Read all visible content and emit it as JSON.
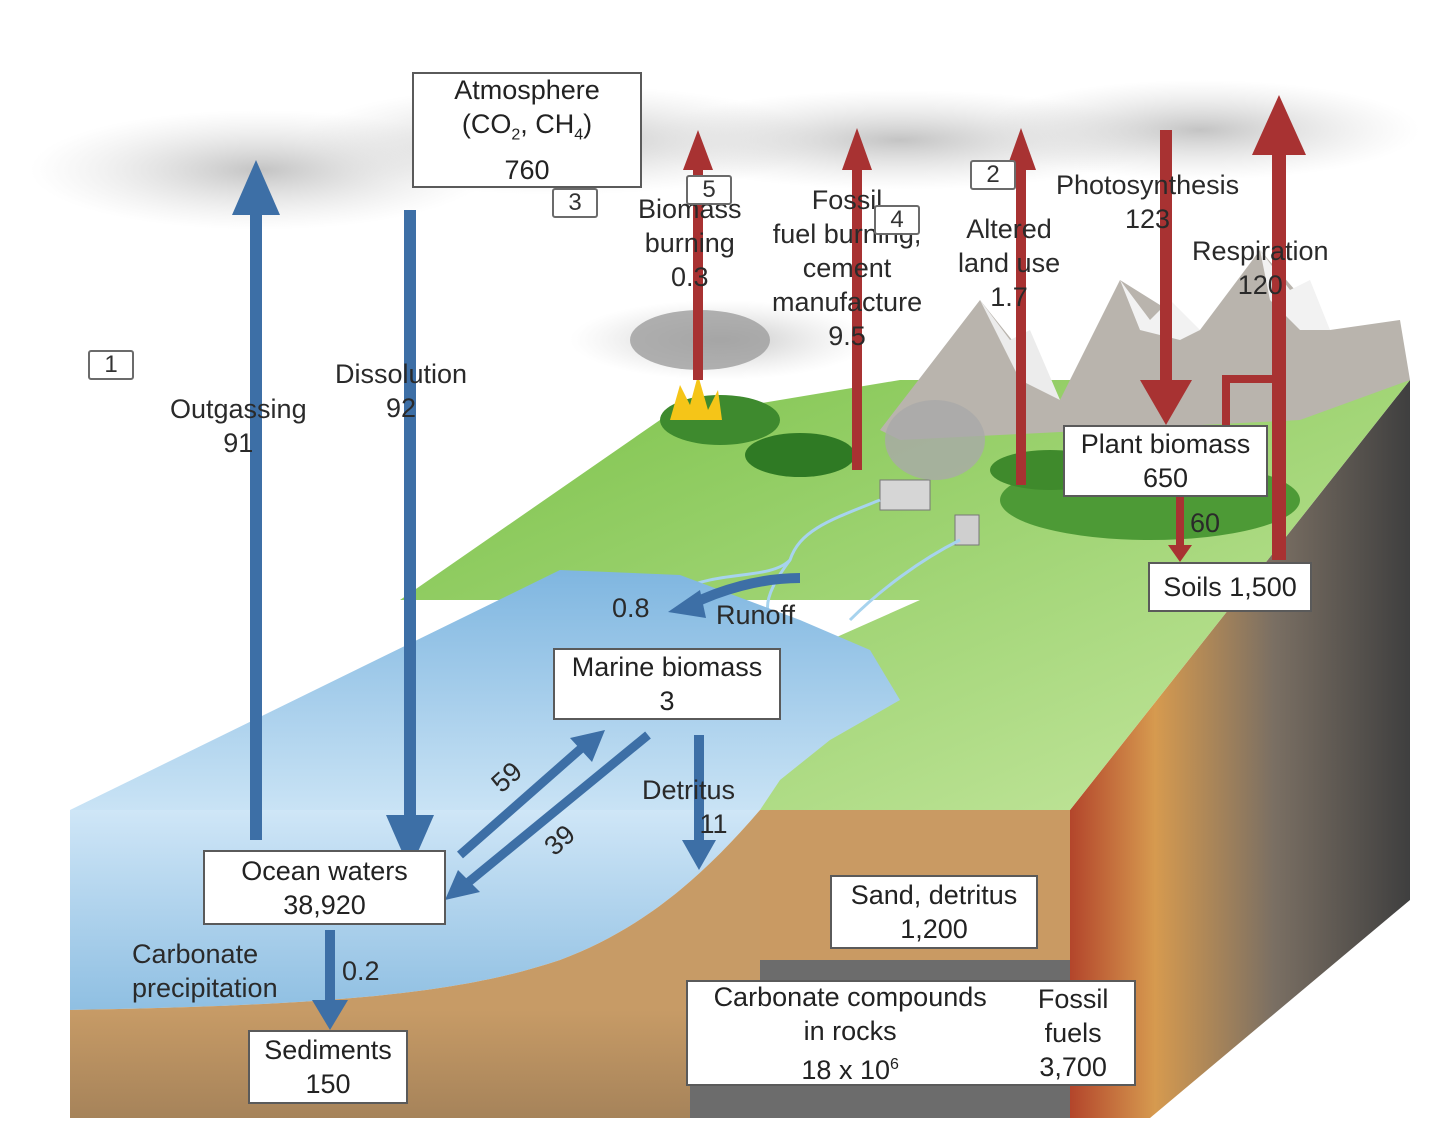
{
  "reservoirs": {
    "atmosphere": {
      "name": "Atmosphere",
      "formula_prefix": "(CO",
      "formula_sub1": "2",
      "formula_mid": ", CH",
      "formula_sub2": "4",
      "formula_suffix": ")",
      "value": "760"
    },
    "ocean_waters": {
      "name": "Ocean waters",
      "value": "38,920"
    },
    "marine_biomass": {
      "name": "Marine biomass",
      "value": "3"
    },
    "plant_biomass": {
      "name": "Plant biomass",
      "value": "650"
    },
    "soils": {
      "name": "Soils 1,500"
    },
    "sediments": {
      "name": "Sediments",
      "value": "150"
    },
    "sand_detritus": {
      "name": "Sand, detritus",
      "value": "1,200"
    },
    "carbonate_rocks": {
      "line1": "Carbonate compounds",
      "line2": "in rocks",
      "value_base": "18 x 10",
      "value_exp": "6"
    },
    "fossil_fuels": {
      "line1": "Fossil",
      "line2": "fuels",
      "value": "3,700"
    }
  },
  "fluxes": {
    "outgassing": {
      "label": "Outgassing",
      "value": "91"
    },
    "dissolution": {
      "label": "Dissolution",
      "value": "92"
    },
    "biomass_burning": {
      "line1": "Biomass",
      "line2": "burning",
      "value": "0.3"
    },
    "fossil_fuel_burning": {
      "line1": "Fossil",
      "line2": "fuel burning,",
      "line3": "cement",
      "line4": "manufacture",
      "value": "9.5"
    },
    "altered_land_use": {
      "line1": "Altered",
      "line2": "land use",
      "value": "1.7"
    },
    "photosynthesis": {
      "label": "Photosynthesis",
      "value": "123"
    },
    "respiration": {
      "label": "Respiration",
      "value": "120"
    },
    "litter_to_soil": {
      "value": "60"
    },
    "runoff": {
      "label": "Runoff",
      "value": "0.8"
    },
    "marine_uptake": {
      "value": "59"
    },
    "marine_release": {
      "value": "39"
    },
    "detritus": {
      "label": "Detritus",
      "value": "11"
    },
    "carbonate_precipitation": {
      "line1": "Carbonate",
      "line2": "precipitation",
      "value": "0.2"
    }
  },
  "markers": [
    "1",
    "2",
    "3",
    "4",
    "5"
  ],
  "colors": {
    "ocean_arrow": "#3d6fa6",
    "land_arrow": "#a83232",
    "water": "#8fc0e4",
    "land": "#8fcf5a",
    "soil": "#c89a55",
    "rock": "#5f5f5f"
  }
}
